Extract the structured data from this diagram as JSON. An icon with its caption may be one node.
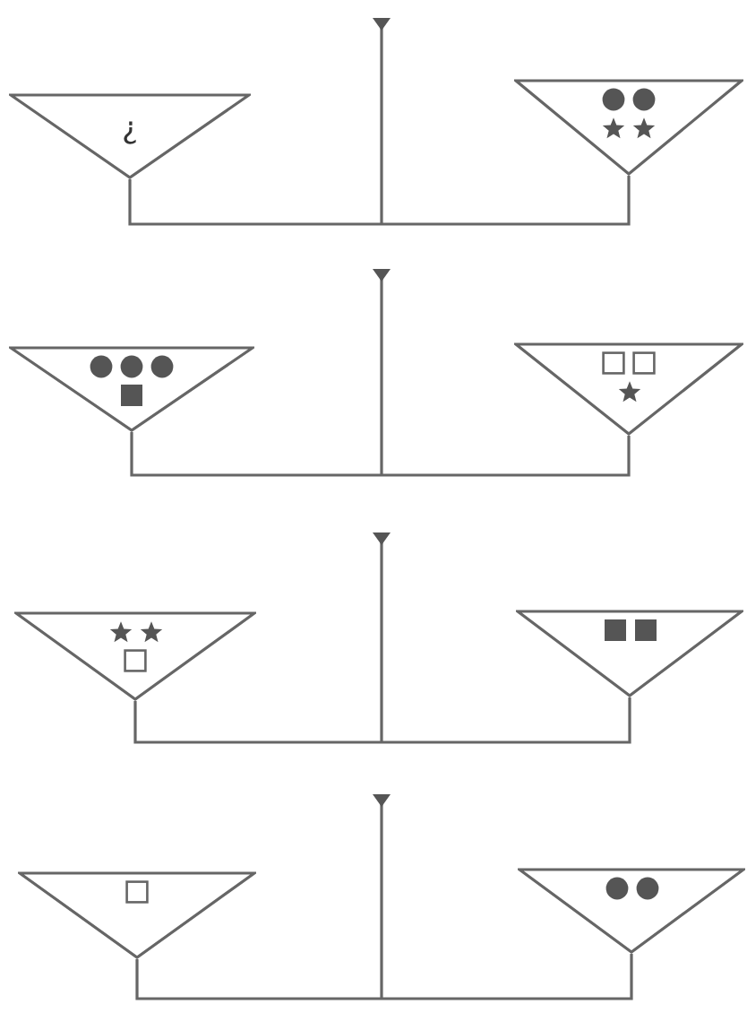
{
  "diagram": {
    "nodes": [
      {
        "text": [
          "¿"
        ]
      },
      {
        "text": [],
        "shape": "triangle"
      },
      {
        "text": [],
        "shape": "triangle"
      },
      {
        "text": [],
        "shape": "triangle"
      },
      {
        "text": [],
        "shape": "triangle"
      },
      {
        "text": [],
        "shape": "triangle"
      },
      {
        "text": [],
        "shape": "triangle"
      },
      {
        "text": [],
        "shape": "triangle"
      }
    ]
  }
}
